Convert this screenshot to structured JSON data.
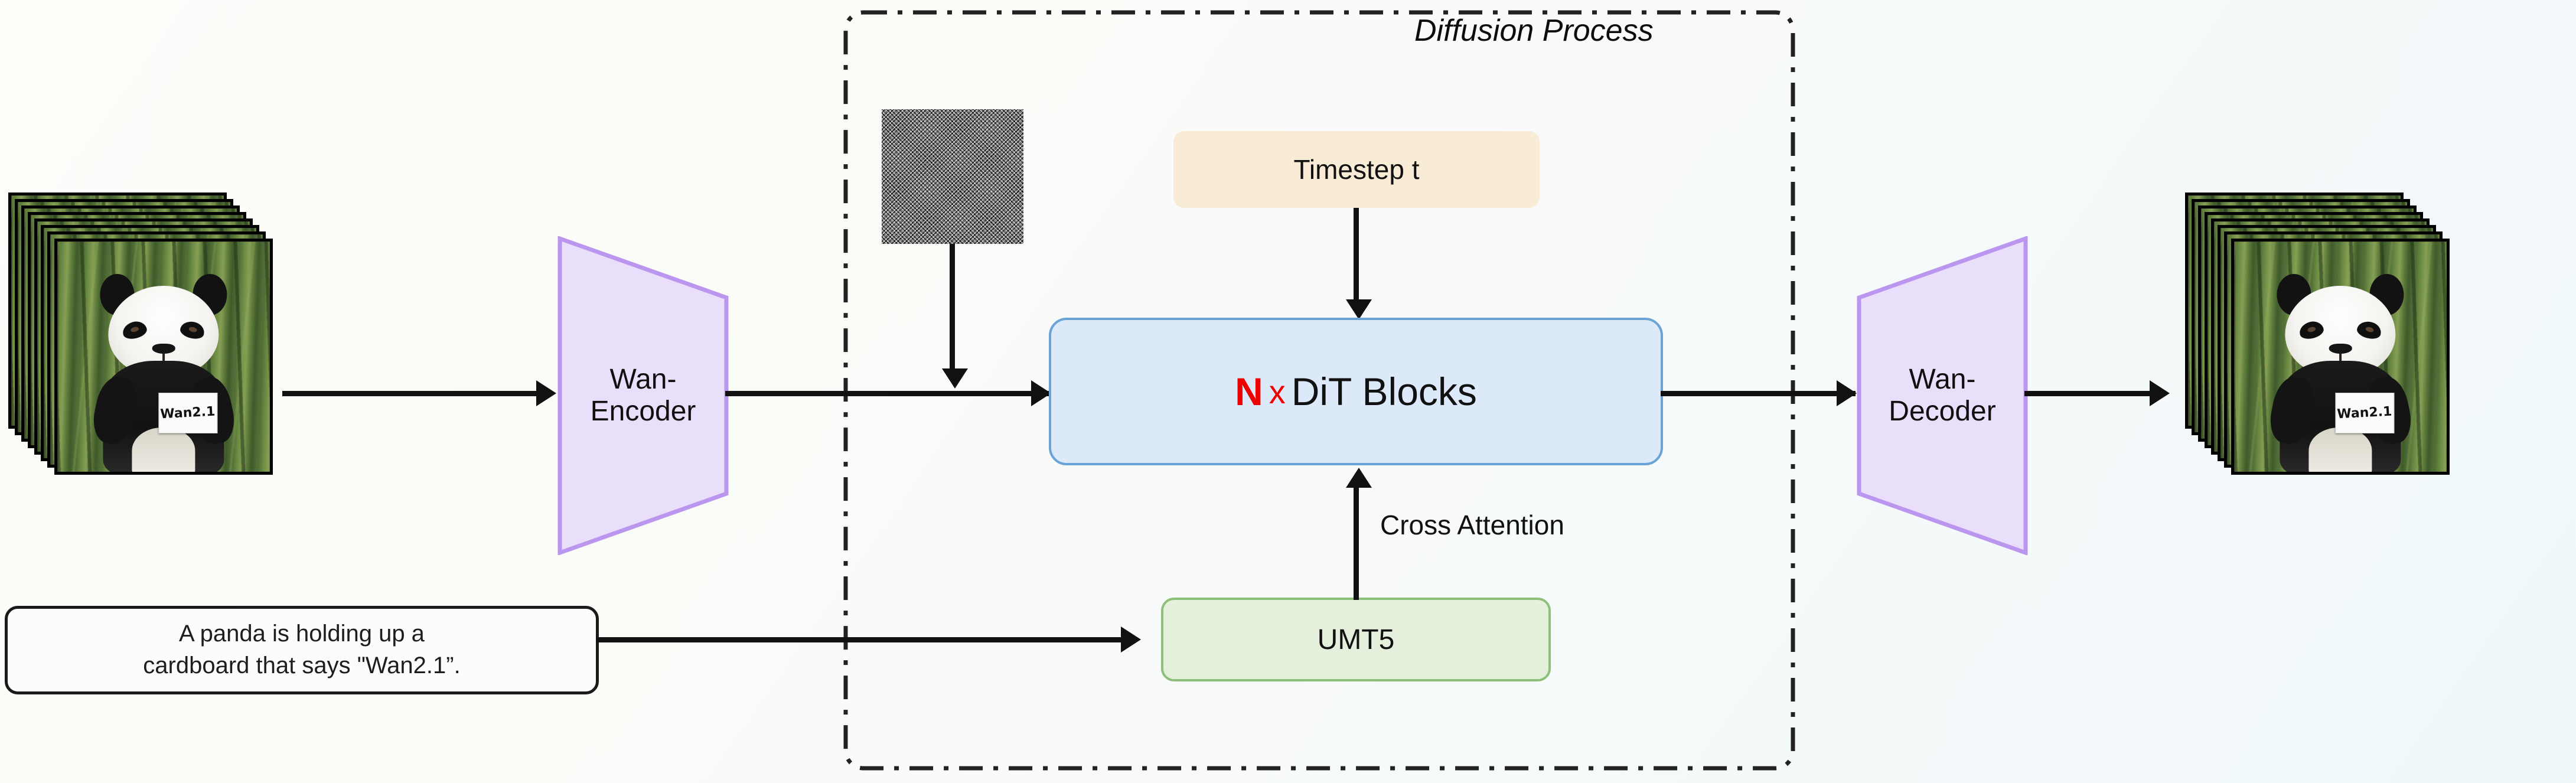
{
  "diagram": {
    "title": "Wan2.1 text-to-video diffusion architecture",
    "region": {
      "label": "Diffusion Process"
    },
    "input": {
      "frames_label": "input-video-frames",
      "sign_text": "Wan2.1"
    },
    "output": {
      "frames_label": "output-video-frames",
      "sign_text": "Wan2.1"
    },
    "prompt": {
      "line1": "A panda is holding up a",
      "line2": "cardboard that says \"Wan2.1”.",
      "full": "A panda is holding up a cardboard that says \"Wan2.1”."
    },
    "encoder": {
      "line1": "Wan-",
      "line2": "Encoder"
    },
    "decoder": {
      "line1": "Wan-",
      "line2": "Decoder"
    },
    "timestep": {
      "label": "Timestep t"
    },
    "dit": {
      "n": "N",
      "times": "x",
      "label": "DiT Blocks"
    },
    "text_encoder": {
      "label": "UMT5"
    },
    "noise": {
      "label": "gaussian-noise-latent"
    },
    "edges": {
      "cross_attention": "Cross Attention"
    },
    "colors": {
      "encoder_fill": "#e9dffb",
      "encoder_stroke": "#bb96ee",
      "decoder_fill": "#e9dffb",
      "decoder_stroke": "#bb96ee",
      "dit_fill": "#dce9f8",
      "dit_stroke": "#6aa4d6",
      "timestep_fill": "#f8ecd7",
      "umt5_fill": "#e4f0dc",
      "umt5_stroke": "#8cc07a",
      "accent_red": "#ef0000",
      "line": "#111111",
      "background_start": "#fdfdfa",
      "background_end": "#eff7f9"
    }
  }
}
